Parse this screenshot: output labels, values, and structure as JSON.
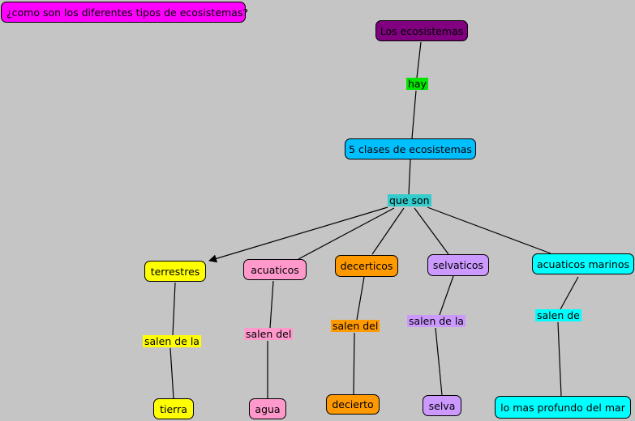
{
  "question": {
    "text": "¿como son los diferentes tipos de ecosistemas?",
    "color": "#ff00ff"
  },
  "nodes": {
    "root": {
      "text": "Los ecosistemas",
      "color": "#800080"
    },
    "clases": {
      "text": "5 clases de ecosistemas",
      "color": "#00bfff"
    },
    "terrestres": {
      "text": "terrestres",
      "color": "#ffff00"
    },
    "acuaticos": {
      "text": "acuaticos",
      "color": "#ff99cc"
    },
    "decerticos": {
      "text": "decerticos",
      "color": "#ff9900"
    },
    "selvaticos": {
      "text": "selvaticos",
      "color": "#cc99ff"
    },
    "marinos": {
      "text": "acuaticos marinos",
      "color": "#00ffff"
    },
    "tierra": {
      "text": "tierra",
      "color": "#ffff00"
    },
    "agua": {
      "text": "agua",
      "color": "#ff99cc"
    },
    "decierto": {
      "text": "decierto",
      "color": "#ff9900"
    },
    "selva": {
      "text": "selva",
      "color": "#cc99ff"
    },
    "profundo": {
      "text": "lo mas profundo del mar",
      "color": "#00ffff"
    }
  },
  "links": {
    "hay": {
      "text": "hay",
      "color": "#00e600"
    },
    "que_son": {
      "text": "que son",
      "color": "#33cccc"
    },
    "salen_tierra": {
      "text": "salen de la",
      "color": "#ffff00"
    },
    "salen_agua": {
      "text": "salen del",
      "color": "#ff99cc"
    },
    "salen_decierto": {
      "text": "salen del",
      "color": "#ff9900"
    },
    "salen_selva": {
      "text": "salen de la",
      "color": "#cc99ff"
    },
    "salen_mar": {
      "text": "salen de",
      "color": "#00ffff"
    }
  }
}
